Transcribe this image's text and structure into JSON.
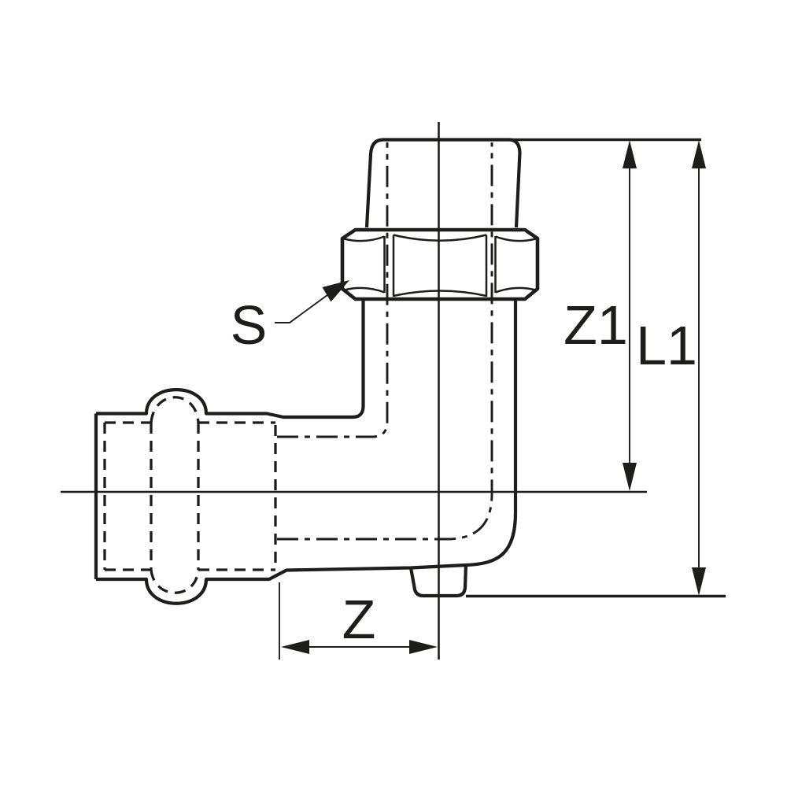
{
  "drawing": {
    "type": "technical-dimension-drawing",
    "subject": "union-elbow-press-fitting-side-view",
    "labels": {
      "s": "S",
      "z1": "Z1",
      "l1": "L1",
      "z": "Z"
    },
    "colors": {
      "line": "#1d1d1b",
      "background": "#ffffff"
    }
  }
}
